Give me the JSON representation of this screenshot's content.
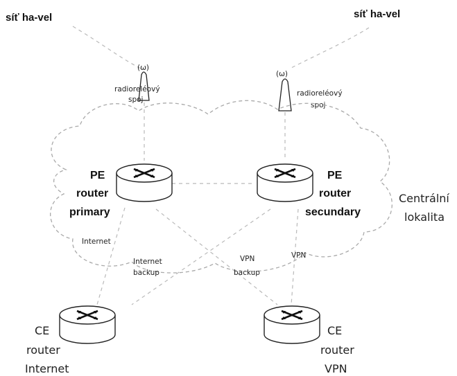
{
  "networks": {
    "left_label": "síť ha-vel",
    "right_label": "síť ha-vel"
  },
  "radio_links": {
    "left_label_line1": "radioreléový",
    "left_label_line2": "spoj",
    "right_label_line1": "radioreléový",
    "right_label_line2": "spoj"
  },
  "pe_primary": {
    "line1": "PE",
    "line2": "router",
    "line3": "primary"
  },
  "pe_secondary": {
    "line1": "PE",
    "line2": "router",
    "line3": "secundary"
  },
  "central": {
    "line1": "Centrální",
    "line2": "lokalita"
  },
  "links": {
    "internet": "Internet",
    "internet_backup_line1": "Internet",
    "internet_backup_line2": "backup",
    "vpn_backup_line1": "VPN",
    "vpn_backup_line2": "backup",
    "vpn": "VPN"
  },
  "ce_internet": {
    "line1": "CE",
    "line2": "router",
    "line3": "Internet"
  },
  "ce_vpn": {
    "line1": "CE",
    "line2": "router",
    "line3": "VPN"
  }
}
